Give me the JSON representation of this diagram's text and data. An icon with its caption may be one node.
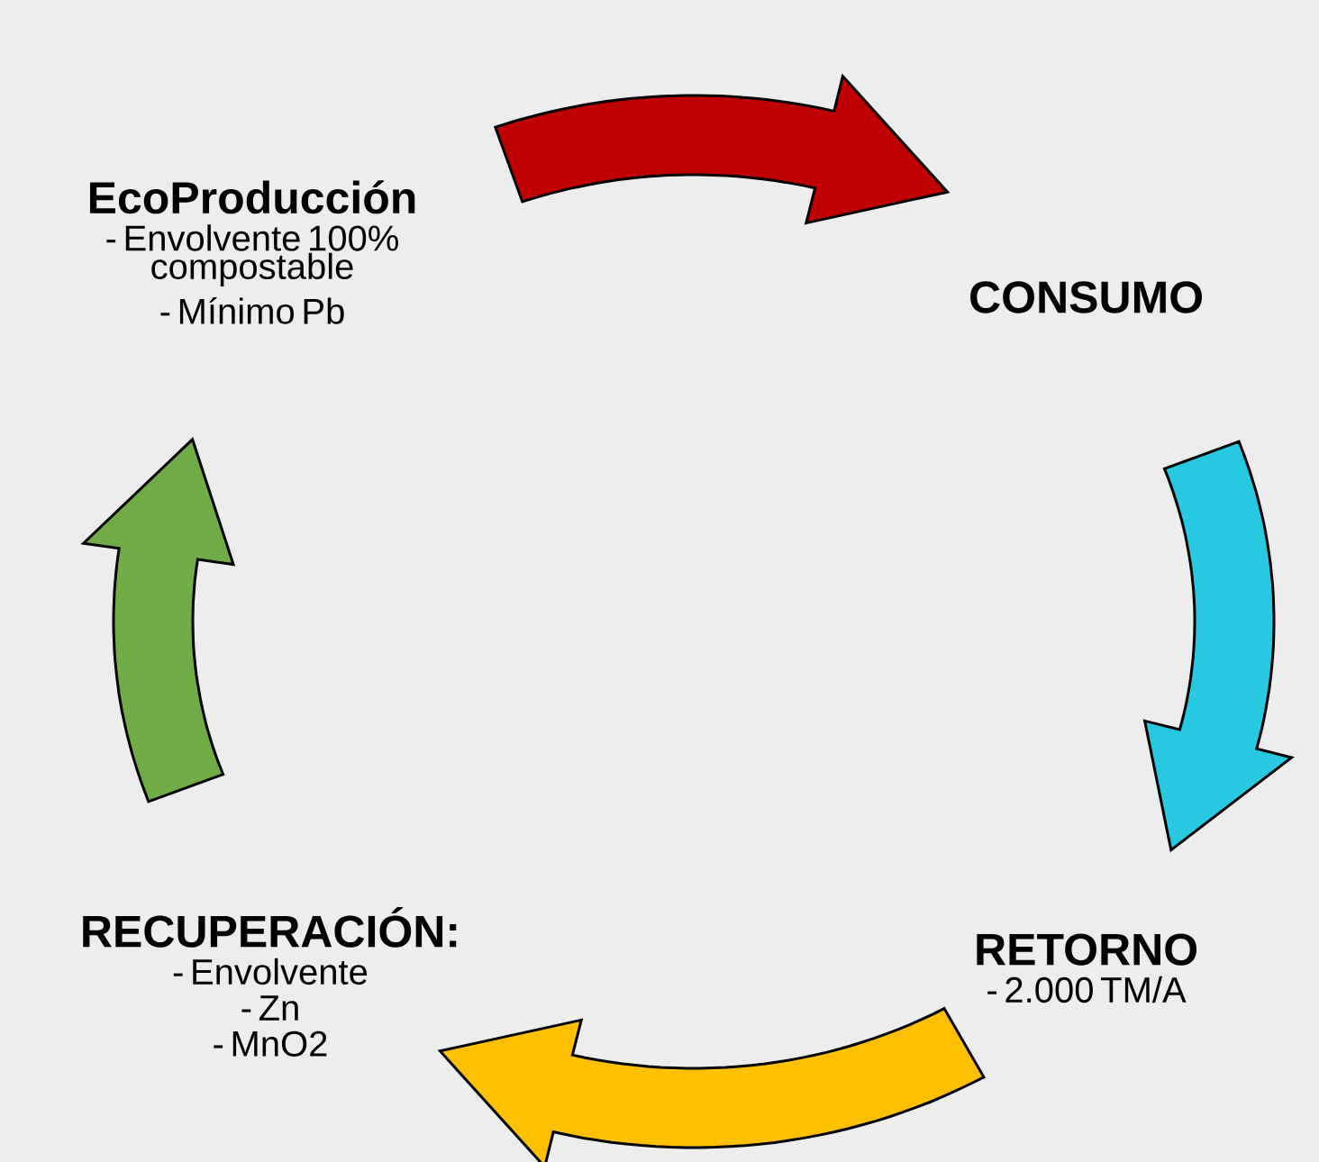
{
  "diagram": {
    "nodes": [
      {
        "text": [
          "EcoProducción",
          "- Envolvente 100% compostable",
          "- Mínimo Pb"
        ]
      },
      {
        "text": [
          "CONSUMO"
        ]
      },
      {
        "text": [
          "RETORNO",
          "- 2.000 TM/A"
        ]
      },
      {
        "text": [
          "RECUPERACIÓN:",
          "- Envolvente",
          "- Zn",
          "- MnO2"
        ]
      }
    ],
    "edges": [
      {
        "from": 0,
        "to": 1,
        "arrow": "to",
        "color": "#c00000"
      },
      {
        "from": 1,
        "to": 2,
        "arrow": "to",
        "color": "#26c9e1"
      },
      {
        "from": 2,
        "to": 3,
        "arrow": "to",
        "color": "#ffc000"
      },
      {
        "from": 3,
        "to": 0,
        "arrow": "to",
        "color": "#70ad47"
      }
    ]
  }
}
